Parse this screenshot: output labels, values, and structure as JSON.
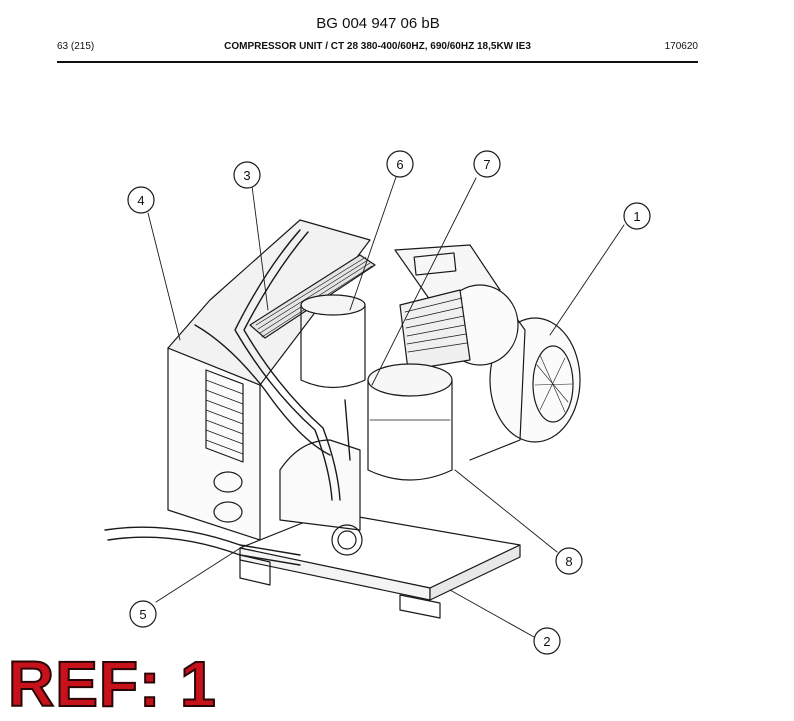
{
  "header": {
    "doc_id": "BG 004 947 06 bB",
    "page": "63 (215)",
    "title": "COMPRESSOR UNIT / CT 28 380-400/60HZ, 690/60HZ 18,5KW IE3",
    "code": "170620"
  },
  "callouts": [
    {
      "label": "1"
    },
    {
      "label": "2"
    },
    {
      "label": "3"
    },
    {
      "label": "4"
    },
    {
      "label": "5"
    },
    {
      "label": "6"
    },
    {
      "label": "7"
    },
    {
      "label": "8"
    }
  ],
  "stamp": {
    "text": "REF: 1",
    "color": "#c8121b"
  }
}
